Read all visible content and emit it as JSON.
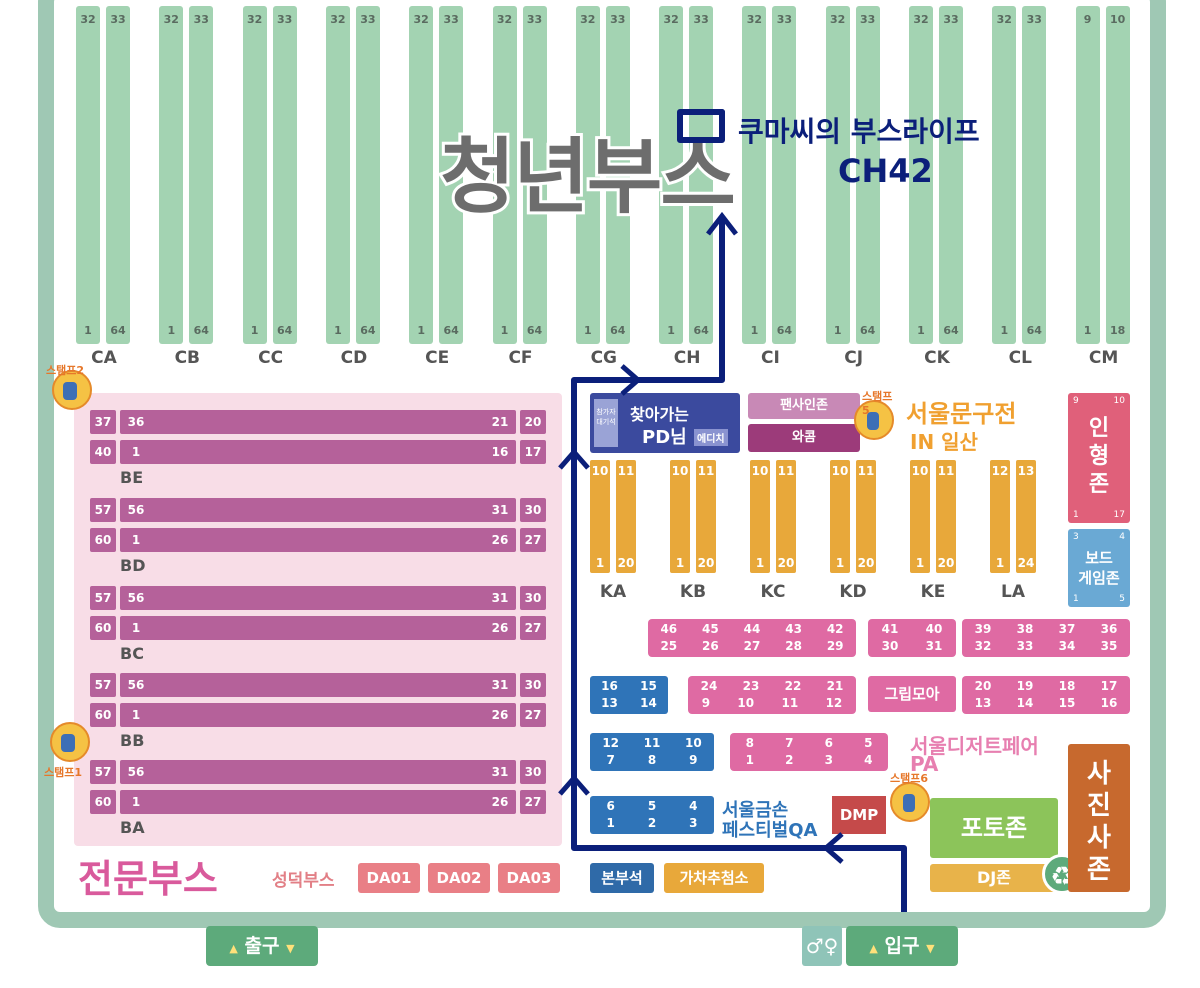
{
  "youth": {
    "title": "청년부스",
    "columns": [
      {
        "code": "CA",
        "top": [
          "32",
          "33"
        ],
        "bottom": [
          "1",
          "64"
        ]
      },
      {
        "code": "CB",
        "top": [
          "32",
          "33"
        ],
        "bottom": [
          "1",
          "64"
        ]
      },
      {
        "code": "CC",
        "top": [
          "32",
          "33"
        ],
        "bottom": [
          "1",
          "64"
        ]
      },
      {
        "code": "CD",
        "top": [
          "32",
          "33"
        ],
        "bottom": [
          "1",
          "64"
        ]
      },
      {
        "code": "CE",
        "top": [
          "32",
          "33"
        ],
        "bottom": [
          "1",
          "64"
        ]
      },
      {
        "code": "CF",
        "top": [
          "32",
          "33"
        ],
        "bottom": [
          "1",
          "64"
        ]
      },
      {
        "code": "CG",
        "top": [
          "32",
          "33"
        ],
        "bottom": [
          "1",
          "64"
        ]
      },
      {
        "code": "CH",
        "top": [
          "32",
          "33"
        ],
        "bottom": [
          "1",
          "64"
        ]
      },
      {
        "code": "CI",
        "top": [
          "32",
          "33"
        ],
        "bottom": [
          "1",
          "64"
        ]
      },
      {
        "code": "CJ",
        "top": [
          "32",
          "33"
        ],
        "bottom": [
          "1",
          "64"
        ]
      },
      {
        "code": "CK",
        "top": [
          "32",
          "33"
        ],
        "bottom": [
          "1",
          "64"
        ]
      },
      {
        "code": "CL",
        "top": [
          "32",
          "33"
        ],
        "bottom": [
          "1",
          "64"
        ]
      },
      {
        "code": "CM",
        "top": [
          "9",
          "10"
        ],
        "bottom": [
          "1",
          "18"
        ]
      }
    ]
  },
  "annotation": {
    "booth_name": "쿠마씨의 부스라이프",
    "booth_code": "CH42"
  },
  "pro": {
    "title": "전문부스",
    "rows": [
      {
        "code": "BE",
        "top_left": "37",
        "top_a": "36",
        "top_b": "21",
        "top_right": "20",
        "bot_left": "40",
        "bot_a": "1",
        "bot_b": "16",
        "bot_right": "17"
      },
      {
        "code": "BD",
        "top_left": "57",
        "top_a": "56",
        "top_b": "31",
        "top_right": "30",
        "bot_left": "60",
        "bot_a": "1",
        "bot_b": "26",
        "bot_right": "27"
      },
      {
        "code": "BC",
        "top_left": "57",
        "top_a": "56",
        "top_b": "31",
        "top_right": "30",
        "bot_left": "60",
        "bot_a": "1",
        "bot_b": "26",
        "bot_right": "27"
      },
      {
        "code": "BB",
        "top_left": "57",
        "top_a": "56",
        "top_b": "31",
        "top_right": "30",
        "bot_left": "60",
        "bot_a": "1",
        "bot_b": "26",
        "bot_right": "27"
      },
      {
        "code": "BA",
        "top_left": "57",
        "top_a": "56",
        "top_b": "31",
        "top_right": "30",
        "bot_left": "60",
        "bot_a": "1",
        "bot_b": "26",
        "bot_right": "27"
      }
    ],
    "seongdeok_label": "성덕부스",
    "da": [
      "DA01",
      "DA02",
      "DA03"
    ]
  },
  "stamps": {
    "top": "스탬프2",
    "bottom": "스탬프1",
    "right_top": "스탬프5",
    "right_bottom": "스탬프6"
  },
  "pd": {
    "small": "참가자 대기석",
    "title1": "찾아가는",
    "title2": "PD님",
    "tag": "에디치"
  },
  "fansign": "팬사인존",
  "wacom": "와콤",
  "seoul_stationery": {
    "line1": "서울문구전",
    "line2": "IN 일산"
  },
  "doll_zone": {
    "label": "인형존",
    "tl": "9",
    "tr": "10",
    "bl": "1",
    "br": "17"
  },
  "board_game": {
    "label1": "보드",
    "label2": "게임존",
    "tl": "3",
    "tr": "4",
    "bl": "1",
    "br": "5"
  },
  "k_columns": [
    {
      "code": "KA",
      "top": [
        "10",
        "11"
      ],
      "bottom": [
        "1",
        "20"
      ]
    },
    {
      "code": "KB",
      "top": [
        "10",
        "11"
      ],
      "bottom": [
        "1",
        "20"
      ]
    },
    {
      "code": "KC",
      "top": [
        "10",
        "11"
      ],
      "bottom": [
        "1",
        "20"
      ]
    },
    {
      "code": "KD",
      "top": [
        "10",
        "11"
      ],
      "bottom": [
        "1",
        "20"
      ]
    },
    {
      "code": "KE",
      "top": [
        "10",
        "11"
      ],
      "bottom": [
        "1",
        "20"
      ]
    },
    {
      "code": "LA",
      "top": [
        "12",
        "13"
      ],
      "bottom": [
        "1",
        "24"
      ]
    }
  ],
  "pink_blocks": [
    {
      "top": [
        "46",
        "45",
        "44",
        "43",
        "42"
      ],
      "bottom": [
        "25",
        "26",
        "27",
        "28",
        "29"
      ]
    },
    {
      "top": [
        "41",
        "40"
      ],
      "bottom": [
        "30",
        "31"
      ]
    },
    {
      "top": [
        "39",
        "38",
        "37",
        "36"
      ],
      "bottom": [
        "32",
        "33",
        "34",
        "35"
      ]
    },
    {
      "top": [
        "24",
        "23",
        "22",
        "21"
      ],
      "bottom": [
        "9",
        "10",
        "11",
        "12"
      ]
    },
    {
      "top": [
        "20",
        "19",
        "18",
        "17"
      ],
      "bottom": [
        "13",
        "14",
        "15",
        "16"
      ]
    },
    {
      "top": [
        "8",
        "7",
        "6",
        "5"
      ],
      "bottom": [
        "1",
        "2",
        "3",
        "4"
      ]
    }
  ],
  "blue_blocks": [
    {
      "top": [
        "16",
        "15"
      ],
      "bottom": [
        "13",
        "14"
      ]
    },
    {
      "top": [
        "12",
        "11",
        "10"
      ],
      "bottom": [
        "7",
        "8",
        "9"
      ]
    },
    {
      "top": [
        "6",
        "5",
        "4"
      ],
      "bottom": [
        "1",
        "2",
        "3"
      ]
    }
  ],
  "grip_moa": "그립모아",
  "seoul_dessert": {
    "line1": "서울디저트페어",
    "line2": "PA"
  },
  "seoul_gold": {
    "line1": "서울금손",
    "line2": "페스티벌QA"
  },
  "dmp": "DMP",
  "photo_zone": "포토존",
  "dj_zone": "DJ존",
  "photo_studio": "사진사존",
  "hq": "본부석",
  "gacha": "가차추첨소",
  "exit": "출구",
  "entrance": "입구",
  "colors": {
    "frame": "#9fc8b4",
    "youth": "#a3d3b2",
    "pro": "#b5619a",
    "route": "#0b1f7a",
    "orange": "#e8a83a",
    "pink": "#df6aa3",
    "blue": "#2f74b8"
  }
}
